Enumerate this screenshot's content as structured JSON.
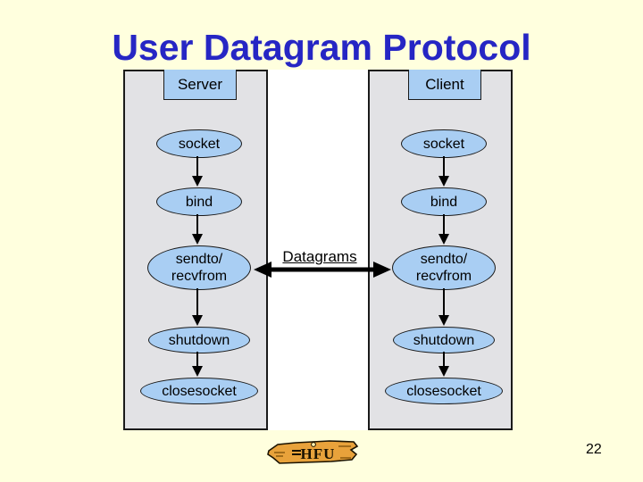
{
  "slide": {
    "title": "User Datagram Protocol",
    "page_number": "22",
    "logo_text": "HFU"
  },
  "diagram": {
    "datagrams_label": "Datagrams",
    "columns": [
      {
        "id": "server",
        "label": "Server",
        "steps": [
          {
            "lines": [
              "socket"
            ]
          },
          {
            "lines": [
              "bind"
            ]
          },
          {
            "lines": [
              "sendto/",
              "recvfrom"
            ]
          },
          {
            "lines": [
              "shutdown"
            ]
          },
          {
            "lines": [
              "closesocket"
            ]
          }
        ]
      },
      {
        "id": "client",
        "label": "Client",
        "steps": [
          {
            "lines": [
              "socket"
            ]
          },
          {
            "lines": [
              "bind"
            ]
          },
          {
            "lines": [
              "sendto/",
              "recvfrom"
            ]
          },
          {
            "lines": [
              "shutdown"
            ]
          },
          {
            "lines": [
              "closesocket"
            ]
          }
        ]
      }
    ]
  },
  "colors": {
    "background": "#FFFFDE",
    "title_text": "#2626C4",
    "panel_fill": "#E2E2E5",
    "panel_border": "#1A1A1A",
    "node_fill": "#A9CEF3",
    "node_border": "#1A1A1A",
    "gap_fill": "#FFFFFF",
    "arrow": "#000000",
    "logo_wood": "#E8A23B"
  }
}
